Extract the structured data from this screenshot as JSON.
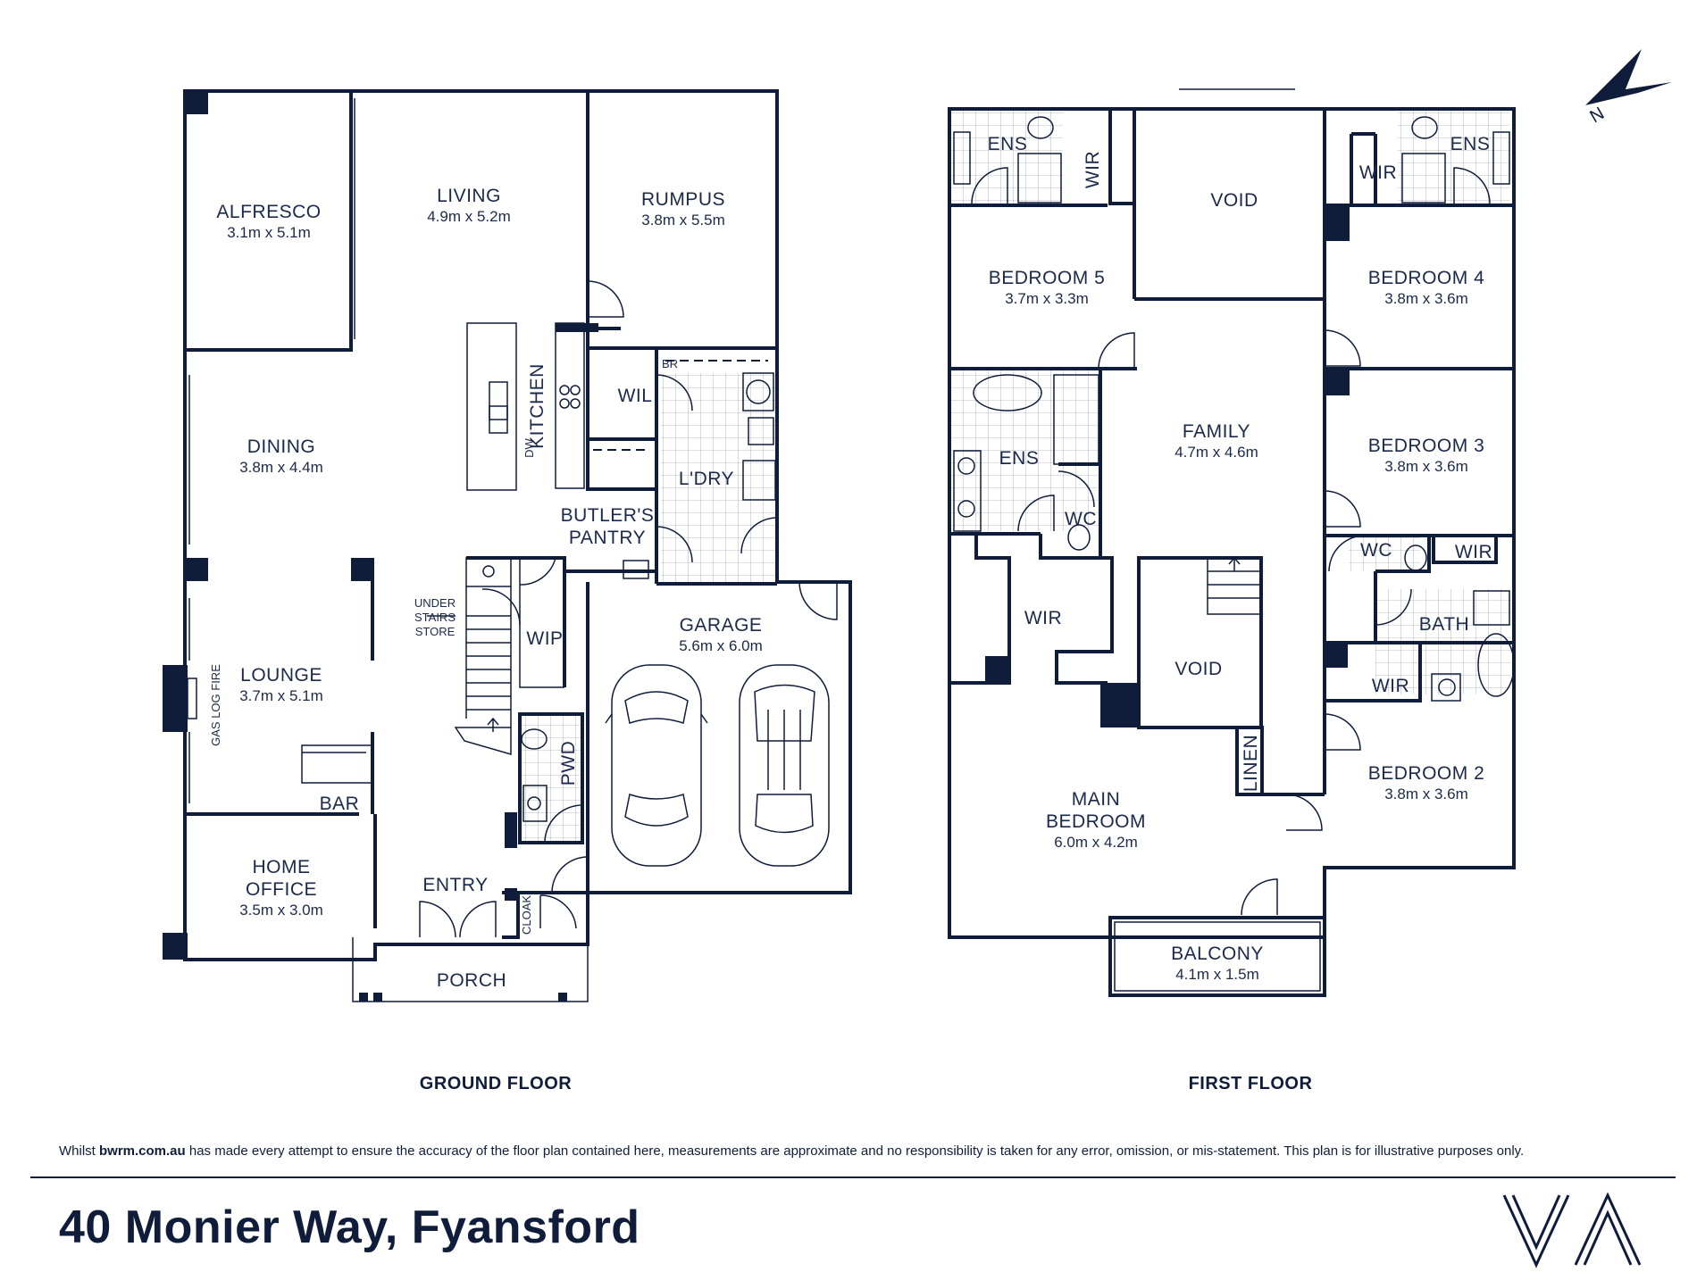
{
  "ground_floor": {
    "label": "GROUND FLOOR",
    "rooms": {
      "alfresco": {
        "name": "ALFRESCO",
        "size": "3.1m x 5.1m"
      },
      "living": {
        "name": "LIVING",
        "size": "4.9m x 5.2m"
      },
      "rumpus": {
        "name": "RUMPUS",
        "size": "3.8m x 5.5m"
      },
      "kitchen": {
        "name": "KITCHEN"
      },
      "dw": {
        "name": "DW"
      },
      "wil": {
        "name": "WIL"
      },
      "br": {
        "name": "BR"
      },
      "laundry": {
        "name": "L'DRY"
      },
      "dining": {
        "name": "DINING",
        "size": "3.8m x 4.4m"
      },
      "butlers_pantry": {
        "line1": "BUTLER'S",
        "line2": "PANTRY"
      },
      "under_stairs": {
        "line1": "UNDER",
        "line2": "STAIRS",
        "line3": "STORE"
      },
      "wip": {
        "name": "WIP"
      },
      "garage": {
        "name": "GARAGE",
        "size": "5.6m x 6.0m"
      },
      "lounge": {
        "name": "LOUNGE",
        "size": "3.7m x 5.1m"
      },
      "gas_log_fire": {
        "name": "GAS LOG FIRE"
      },
      "pwd": {
        "name": "PWD"
      },
      "bar": {
        "name": "BAR"
      },
      "home_office": {
        "line1": "HOME",
        "line2": "OFFICE",
        "size": "3.5m x 3.0m"
      },
      "entry": {
        "name": "ENTRY"
      },
      "cloak": {
        "name": "CLOAK"
      },
      "porch": {
        "name": "PORCH"
      }
    }
  },
  "first_floor": {
    "label": "FIRST FLOOR",
    "rooms": {
      "ens5": {
        "name": "ENS"
      },
      "wir5": {
        "name": "WIR"
      },
      "void_top": {
        "name": "VOID"
      },
      "wir4": {
        "name": "WIR"
      },
      "ens4": {
        "name": "ENS"
      },
      "bedroom5": {
        "name": "BEDROOM 5",
        "size": "3.7m x 3.3m"
      },
      "bedroom4": {
        "name": "BEDROOM 4",
        "size": "3.8m x 3.6m"
      },
      "family": {
        "name": "FAMILY",
        "size": "4.7m x 4.6m"
      },
      "ens_main": {
        "name": "ENS"
      },
      "bedroom3": {
        "name": "BEDROOM 3",
        "size": "3.8m x 3.6m"
      },
      "wc_main": {
        "name": "WC"
      },
      "wc": {
        "name": "WC"
      },
      "wir3": {
        "name": "WIR"
      },
      "wir_main": {
        "name": "WIR"
      },
      "bath": {
        "name": "BATH"
      },
      "void_mid": {
        "name": "VOID"
      },
      "wir2": {
        "name": "WIR"
      },
      "linen": {
        "name": "LINEN"
      },
      "main_bedroom": {
        "line1": "MAIN",
        "line2": "BEDROOM",
        "size": "6.0m x 4.2m"
      },
      "bedroom2": {
        "name": "BEDROOM 2",
        "size": "3.8m x 3.6m"
      },
      "balcony": {
        "name": "BALCONY",
        "size": "4.1m x 1.5m"
      }
    }
  },
  "compass": {
    "label": "N",
    "icon": "north-arrow-icon"
  },
  "disclaimer": {
    "before": "Whilst ",
    "site": "bwrm.com.au",
    "after": " has made every attempt to ensure the accuracy of the floor plan contained here, measurements are approximate and no responsibility is taken for any error, omission, or mis-statement. This plan is for illustrative purposes only."
  },
  "address": "40 Monier Way, Fyansford",
  "logo": {
    "icon": "va-logo-icon"
  },
  "colors": {
    "ink": "#0f1d3a",
    "background": "#ffffff"
  }
}
